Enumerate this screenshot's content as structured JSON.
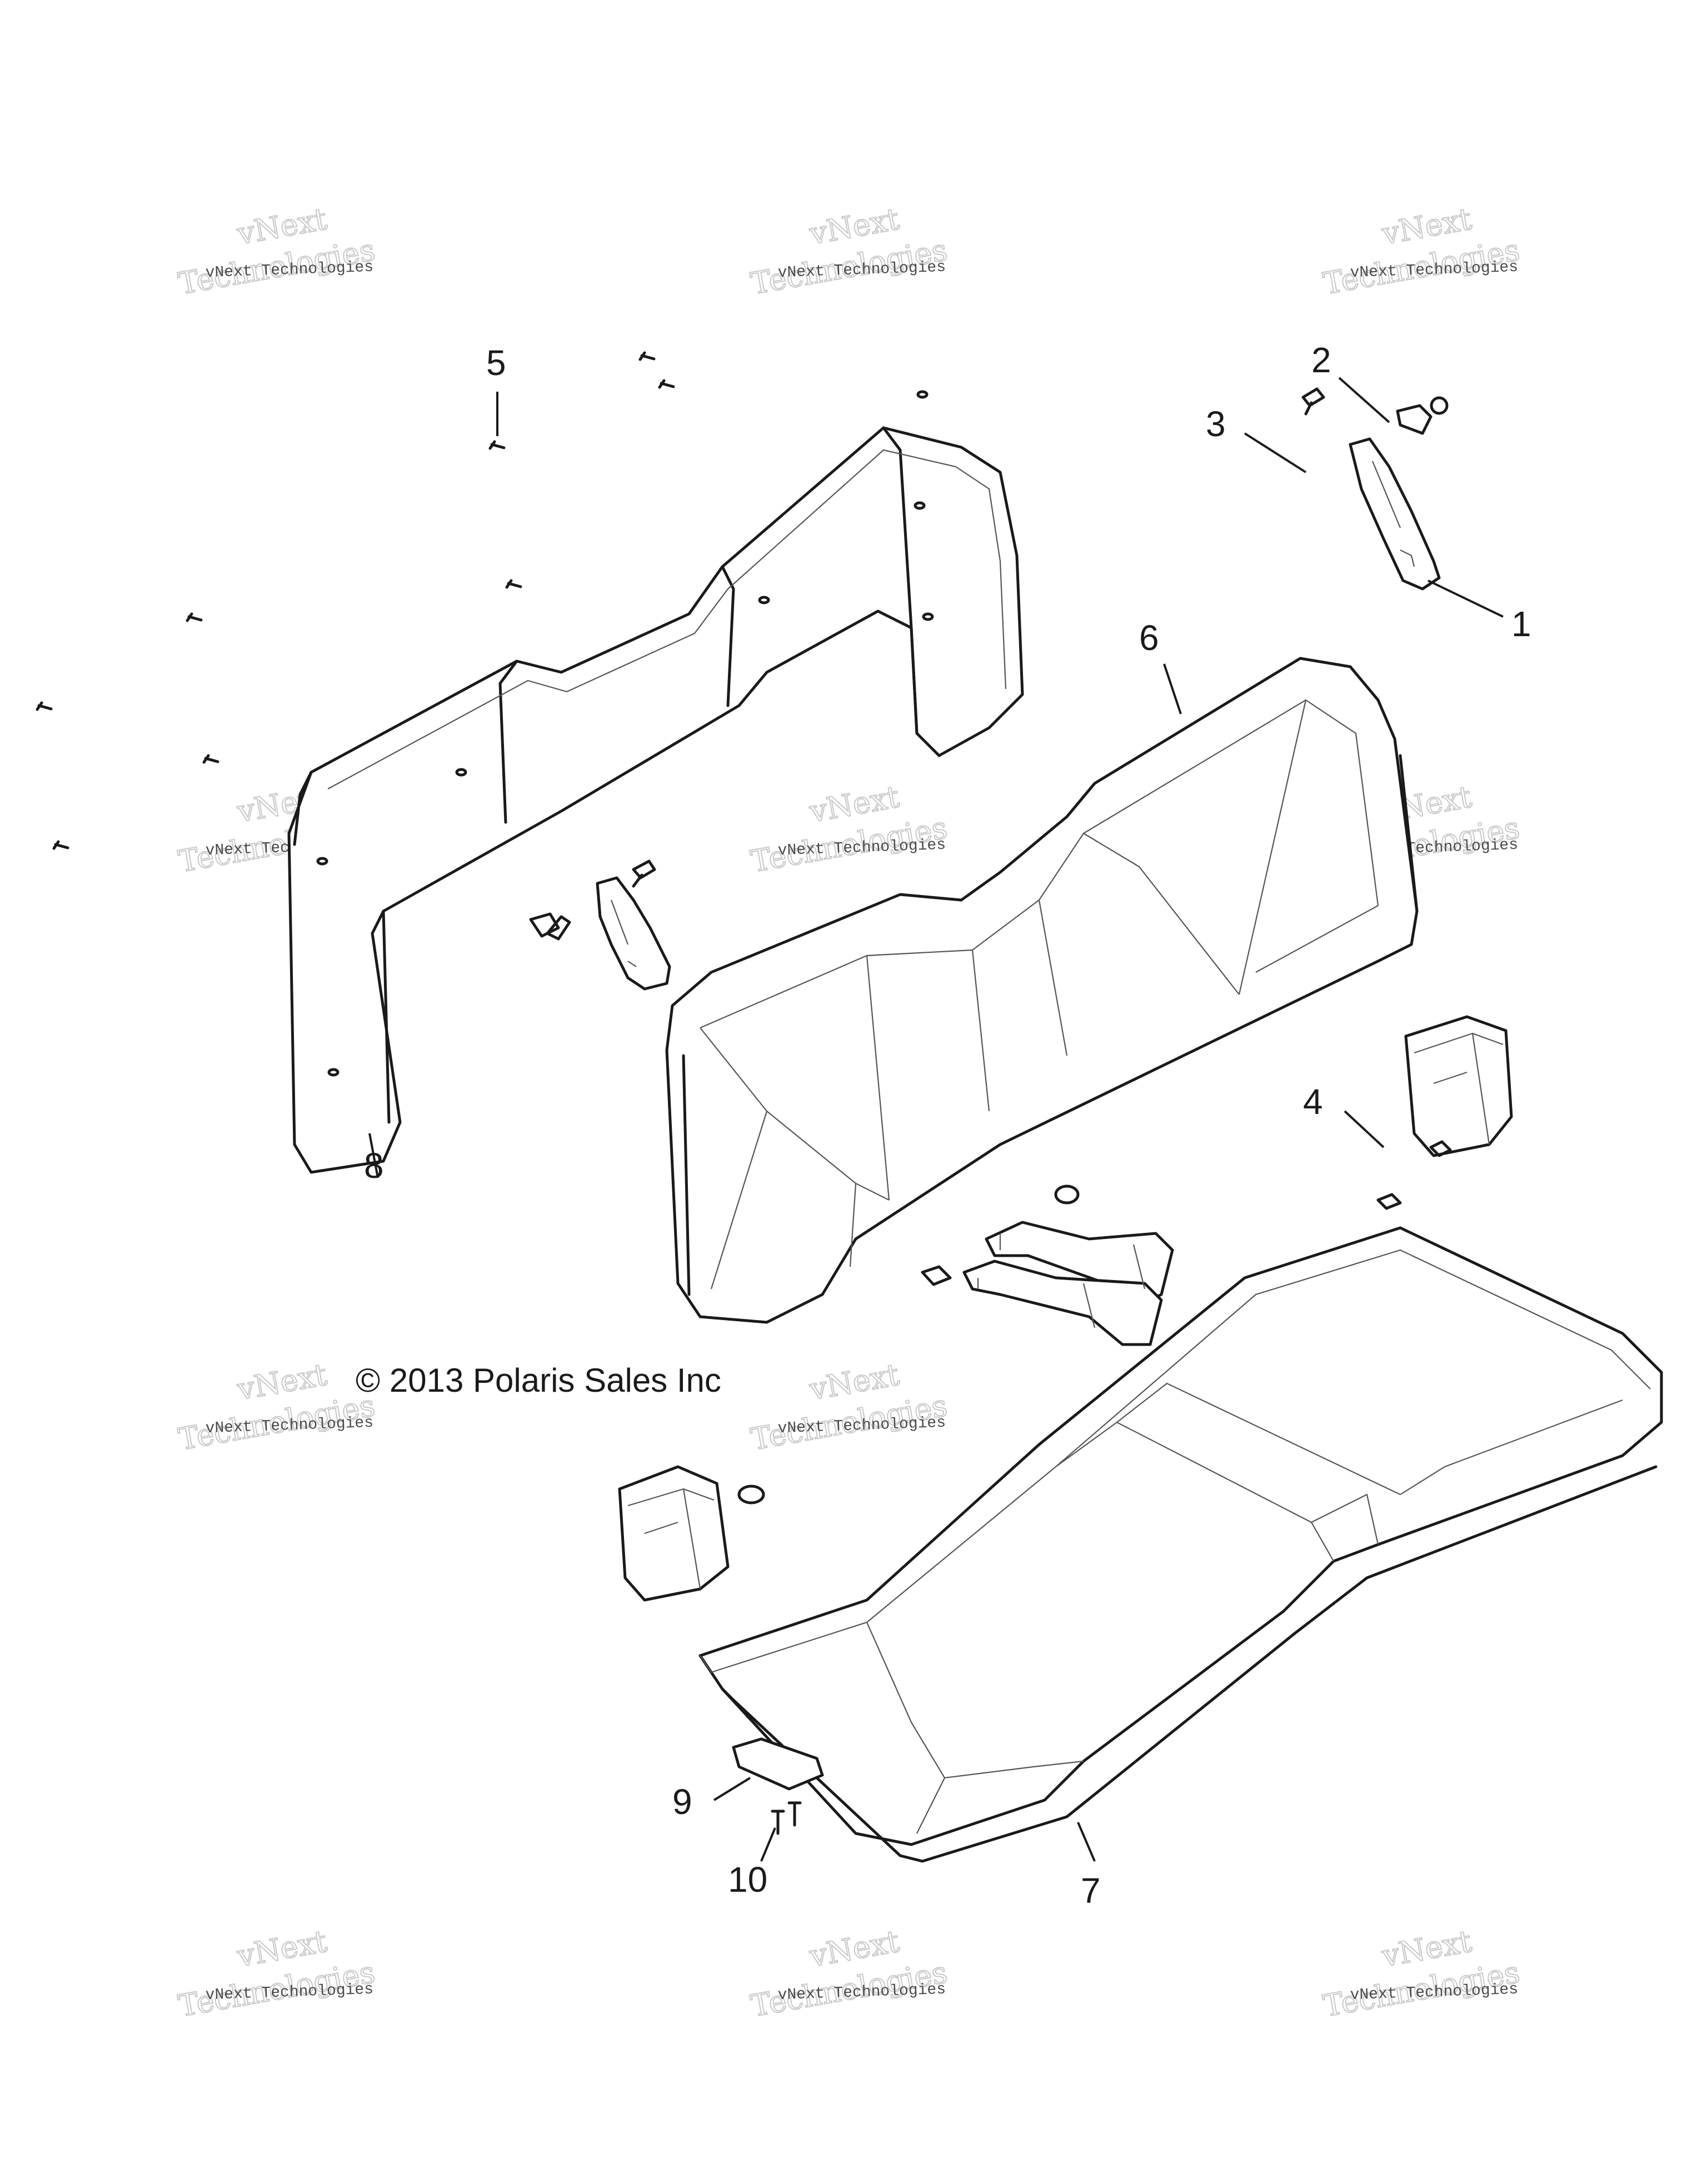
{
  "copyright": "© 2013 Polaris Sales Inc",
  "watermark": {
    "big_line1": "vNext",
    "big_line2": "Technologies",
    "small": "vNext Technologies"
  },
  "callouts": [
    {
      "id": "1",
      "label": "1",
      "part": "seat-belt-bracket"
    },
    {
      "id": "2",
      "label": "2",
      "part": "bracket-clip"
    },
    {
      "id": "3",
      "label": "3",
      "part": "bolt"
    },
    {
      "id": "4",
      "label": "4",
      "part": "nut"
    },
    {
      "id": "5",
      "label": "5",
      "part": "screw"
    },
    {
      "id": "6",
      "label": "6",
      "part": "seat-back-cushion"
    },
    {
      "id": "7",
      "label": "7",
      "part": "seat-bottom-cushion"
    },
    {
      "id": "8",
      "label": "8",
      "part": "seat-back-panel"
    },
    {
      "id": "9",
      "label": "9",
      "part": "plate"
    },
    {
      "id": "10",
      "label": "10",
      "part": "screws"
    }
  ]
}
